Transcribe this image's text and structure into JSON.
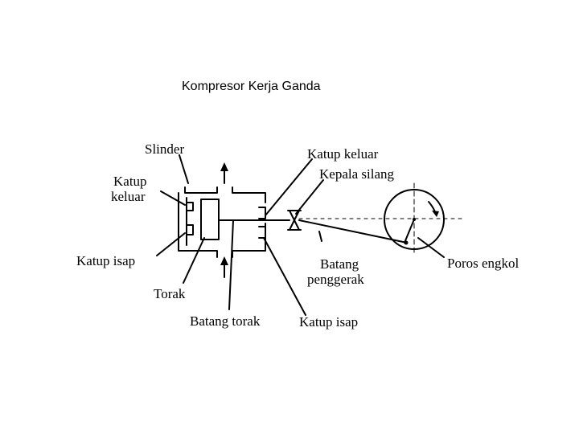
{
  "title": "Kompresor Kerja Ganda",
  "labels": {
    "slinder": "Slinder",
    "katup_keluar_left_1": "Katup",
    "katup_keluar_left_2": "keluar",
    "katup_isap_left": "Katup isap",
    "torak": "Torak",
    "batang_torak": "Batang torak",
    "katup_isap_bottom": "Katup isap",
    "katup_keluar_top": "Katup keluar",
    "kepala_silang": "Kepala silang",
    "batang_penggerak_1": "Batang",
    "batang_penggerak_2": "penggerak",
    "poros_engkol": "Poros engkol"
  },
  "colors": {
    "ink": "#000000",
    "background": "#ffffff"
  }
}
